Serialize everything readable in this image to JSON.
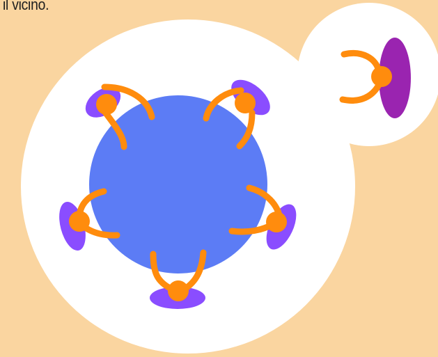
{
  "caption": {
    "text": "il vicino."
  },
  "colors": {
    "background": "#fad5a0",
    "bubble": "#ffffff",
    "table": "#5c7cf5",
    "seat": "#8a4dff",
    "seat_alt": "#9a24b0",
    "person": "#ff8c0d"
  },
  "illustration": {
    "table_shape": "round",
    "people_at_table": 5,
    "people_nearby": 1,
    "icon": "people-around-table-illustration"
  }
}
